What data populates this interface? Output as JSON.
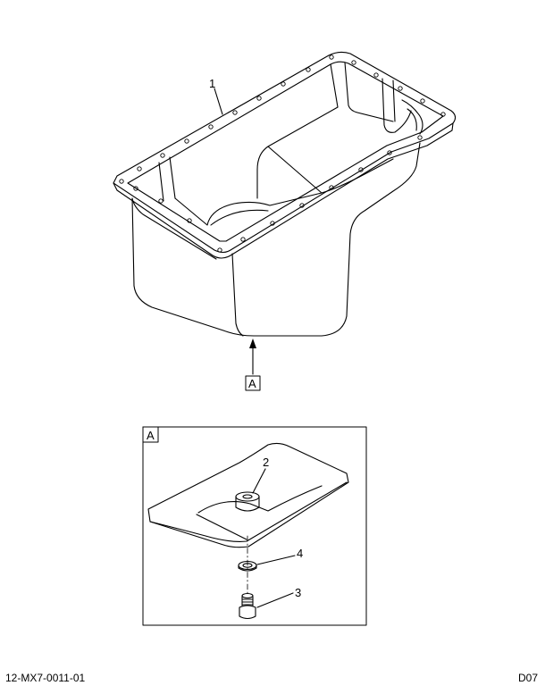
{
  "callouts": {
    "part1": "1",
    "part2": "2",
    "part3": "3",
    "part4": "4"
  },
  "view_ref": "A",
  "detail_label": "A",
  "footer": {
    "document_id": "12-MX7-0011-01",
    "sheet_code": "D07"
  }
}
